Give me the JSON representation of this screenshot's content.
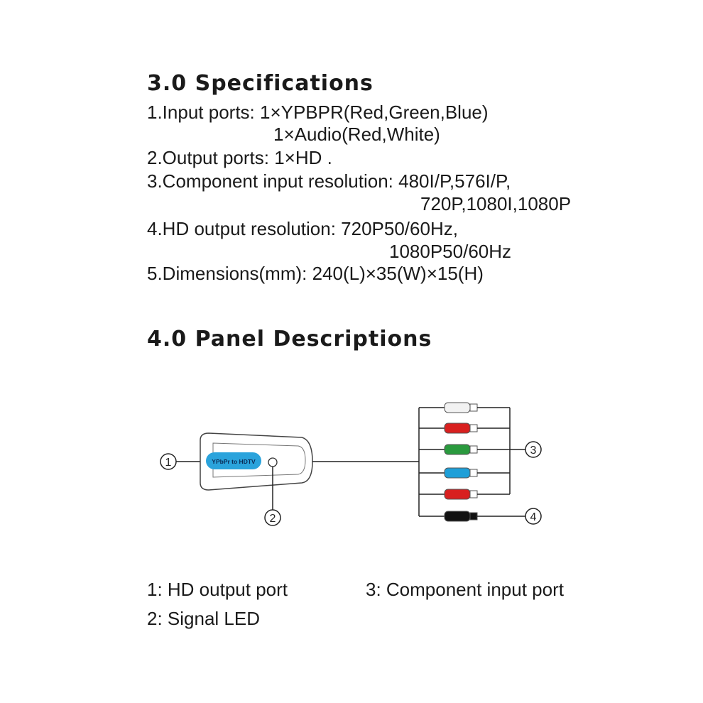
{
  "specs": {
    "heading": "3.0 Specifications",
    "lines": [
      "1.Input ports: 1×YPBPR(Red,Green,Blue)",
      "1×Audio(Red,White)",
      "2.Output ports: 1×HD      .",
      "3.Component input resolution: 480I/P,576I/P,",
      "720P,1080I,1080P",
      "4.HD      output resolution: 720P50/60Hz,",
      "1080P50/60Hz",
      "5.Dimensions(mm): 240(L)×35(W)×15(H)"
    ]
  },
  "panel": {
    "heading": "4.0 Panel Descriptions",
    "device_label": "YPbPr to HDTV",
    "callouts": [
      "1",
      "2",
      "3",
      "4"
    ],
    "connector_colors": [
      "#f2f2f2",
      "#d8201f",
      "#2a9a3e",
      "#1e9fd8",
      "#d8201f",
      "#111111"
    ],
    "device_label_color": "#2aa3dc"
  },
  "legend": {
    "item1": "1: HD      output port",
    "item2": "2: Signal LED",
    "item3": "3: Component input port"
  }
}
